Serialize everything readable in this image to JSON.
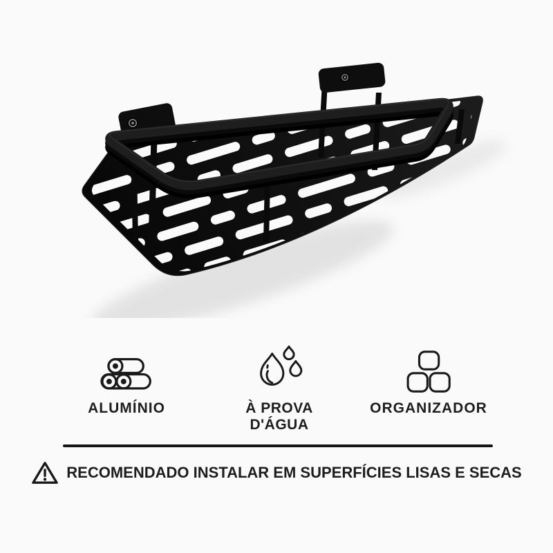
{
  "page": {
    "background_color": "#fafafa",
    "text_color": "#1d1d1d",
    "divider_color": "#151515"
  },
  "product_photo": {
    "subject": "black perforated aluminum wall shelf with rail and two wall-mount brackets",
    "color": "#0f0f0f"
  },
  "features": [
    {
      "icon": "aluminum-pipes-icon",
      "label": "ALUMÍNIO"
    },
    {
      "icon": "water-drops-icon",
      "label": "À PROVA D'ÁGUA"
    },
    {
      "icon": "organizer-cubes-icon",
      "label": "ORGANIZADOR"
    }
  ],
  "warning": {
    "icon": "warning-triangle-icon",
    "text": "RECOMENDADO INSTALAR EM SUPERFÍCIES LISAS E SECAS"
  }
}
